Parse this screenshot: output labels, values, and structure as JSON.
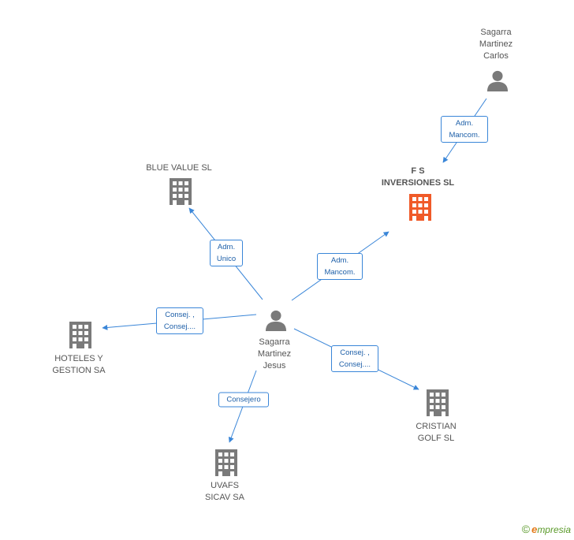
{
  "nodes": {
    "sagarra_carlos": {
      "label": "Sagarra\nMartinez\nCarlos",
      "type": "person"
    },
    "fs_inversiones": {
      "label": "F S\nINVERSIONES SL",
      "type": "company",
      "highlighted": true
    },
    "blue_value": {
      "label": "BLUE VALUE SL",
      "type": "company"
    },
    "hoteles": {
      "label": "HOTELES Y\nGESTION SA",
      "type": "company"
    },
    "sagarra_jesus": {
      "label": "Sagarra\nMartinez\nJesus",
      "type": "person"
    },
    "cristian_golf": {
      "label": "CRISTIAN\nGOLF SL",
      "type": "company"
    },
    "uvafs": {
      "label": "UVAFS\nSICAV SA",
      "type": "company"
    }
  },
  "edges": {
    "carlos_fs": {
      "label": "Adm.\nMancom."
    },
    "jesus_blue": {
      "label": "Adm.\nUnico"
    },
    "jesus_fs": {
      "label": "Adm.\nMancom."
    },
    "jesus_hoteles": {
      "label": "Consej. ,\nConsej...."
    },
    "jesus_cristian": {
      "label": "Consej. ,\nConsej...."
    },
    "jesus_uvafs": {
      "label": "Consejero"
    }
  },
  "colors": {
    "edge": "#3a86d8",
    "edge_text": "#1d5fa8",
    "icon": "#7a7a7a",
    "highlight": "#f05a28"
  },
  "icons": {
    "person": "person-icon",
    "company": "building-icon"
  },
  "brand": {
    "copyright": "©",
    "initial": "e",
    "name": "mpresia"
  }
}
